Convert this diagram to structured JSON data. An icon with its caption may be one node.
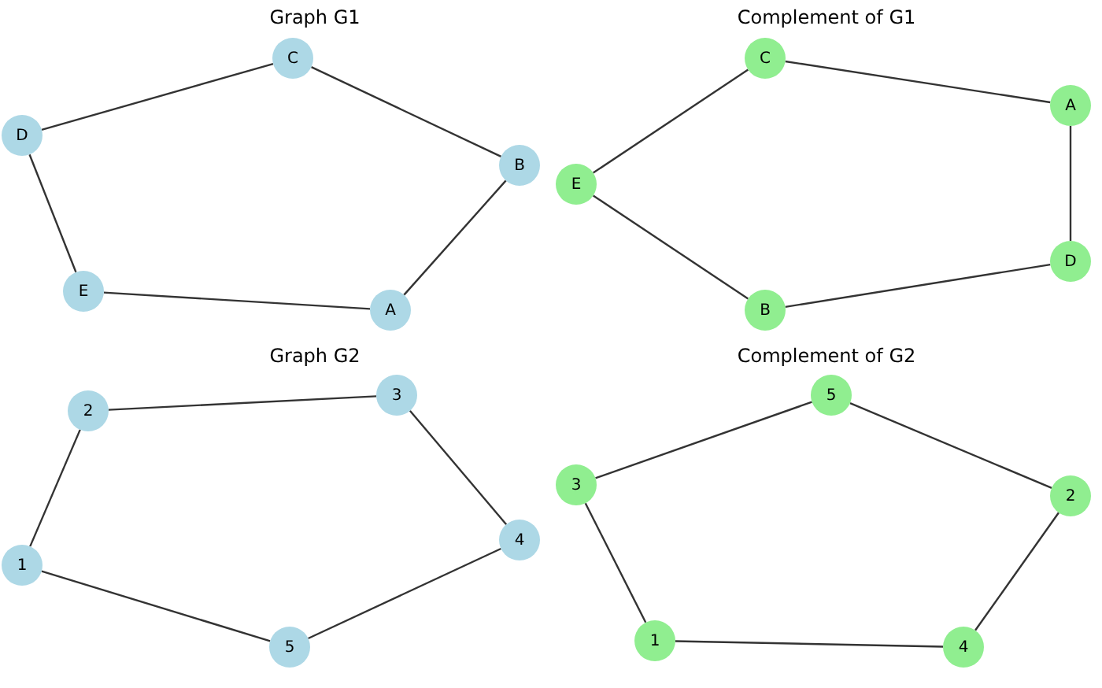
{
  "diagram": {
    "nodes": [
      {
        "text": [
          "C"
        ]
      },
      {
        "text": [
          "D"
        ]
      },
      {
        "text": [
          "B"
        ]
      },
      {
        "text": [
          "E"
        ]
      },
      {
        "text": [
          "A"
        ]
      },
      {
        "text": [
          "C"
        ]
      },
      {
        "text": [
          "A"
        ]
      },
      {
        "text": [
          "E"
        ]
      },
      {
        "text": [
          "D"
        ]
      },
      {
        "text": [
          "B"
        ]
      },
      {
        "text": [
          "3"
        ]
      },
      {
        "text": [
          "2"
        ]
      },
      {
        "text": [
          "4"
        ]
      },
      {
        "text": [
          "1"
        ]
      },
      {
        "text": [
          "5"
        ]
      },
      {
        "text": [
          "5"
        ]
      },
      {
        "text": [
          "3"
        ]
      },
      {
        "text": [
          "2"
        ]
      },
      {
        "text": [
          "1"
        ]
      },
      {
        "text": [
          "4"
        ]
      }
    ],
    "edges": [
      {
        "from": 0,
        "to": 1,
        "arrow": "none"
      },
      {
        "from": 0,
        "to": 2,
        "arrow": "none"
      },
      {
        "from": 1,
        "to": 3,
        "arrow": "none"
      },
      {
        "from": 3,
        "to": 4,
        "arrow": "none"
      },
      {
        "from": 4,
        "to": 2,
        "arrow": "none"
      },
      {
        "from": 5,
        "to": 6,
        "arrow": "none"
      },
      {
        "from": 5,
        "to": 7,
        "arrow": "none"
      },
      {
        "from": 7,
        "to": 9,
        "arrow": "none"
      },
      {
        "from": 9,
        "to": 8,
        "arrow": "none"
      },
      {
        "from": 6,
        "to": 8,
        "arrow": "none"
      },
      {
        "from": 11,
        "to": 10,
        "arrow": "none"
      },
      {
        "from": 10,
        "to": 12,
        "arrow": "none"
      },
      {
        "from": 11,
        "to": 13,
        "arrow": "none"
      },
      {
        "from": 13,
        "to": 14,
        "arrow": "none"
      },
      {
        "from": 14,
        "to": 12,
        "arrow": "none"
      },
      {
        "from": 16,
        "to": 15,
        "arrow": "none"
      },
      {
        "from": 15,
        "to": 17,
        "arrow": "none"
      },
      {
        "from": 16,
        "to": 18,
        "arrow": "none"
      },
      {
        "from": 18,
        "to": 19,
        "arrow": "none"
      },
      {
        "from": 19,
        "to": 17,
        "arrow": "none"
      }
    ],
    "labels": [
      "Graph G1",
      "Complement of G1",
      "Graph G2",
      "Complement of G2"
    ]
  }
}
